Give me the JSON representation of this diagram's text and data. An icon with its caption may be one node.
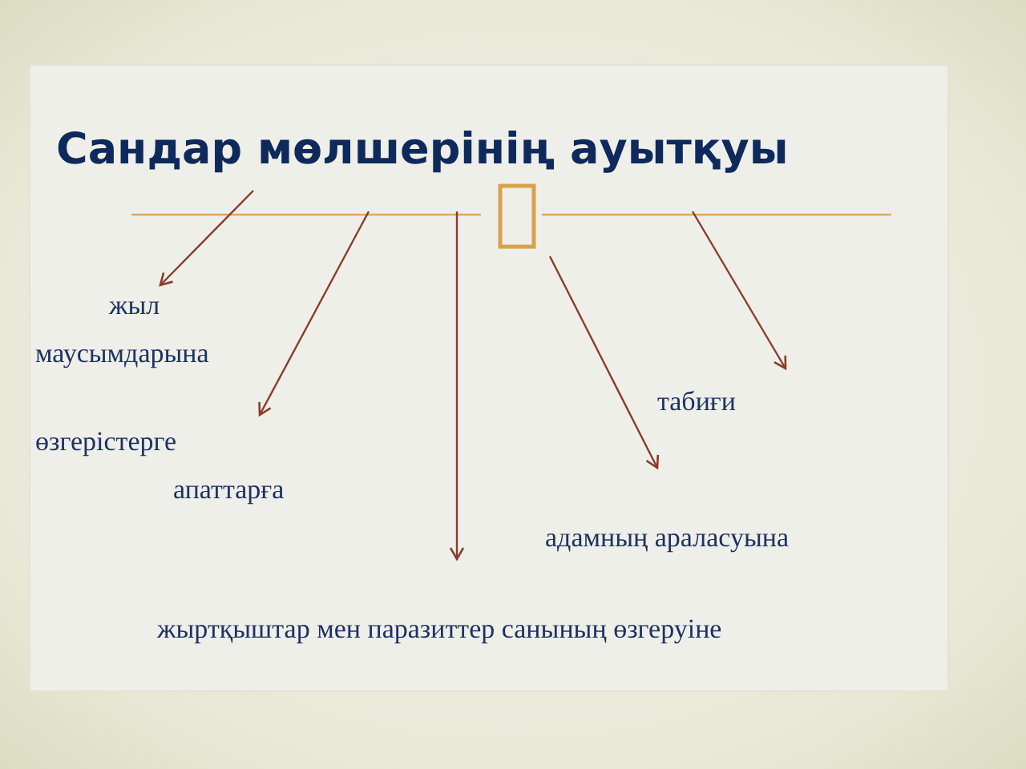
{
  "diagram": {
    "title": "Сандар мөлшерінің ауытқуы",
    "nodes": [
      {
        "text": [
          "жыл"
        ]
      },
      {
        "text": [
          "маусымдарына"
        ]
      },
      {
        "text": [
          "табиғи"
        ]
      },
      {
        "text": [
          "өзгерістерге"
        ]
      },
      {
        "text": [
          "апаттарға"
        ]
      },
      {
        "text": [
          "адамның араласуына"
        ]
      },
      {
        "text": [
          "жыртқыштар мен паразиттер санының өзгеруіне"
        ]
      }
    ],
    "edges": [
      {
        "from": null,
        "to": 0,
        "arrow": "to"
      },
      {
        "from": null,
        "to": 3,
        "arrow": "to"
      },
      {
        "from": null,
        "to": 6,
        "arrow": "to"
      },
      {
        "from": null,
        "to": 5,
        "arrow": "to"
      },
      {
        "from": null,
        "to": 2,
        "arrow": "to"
      }
    ]
  }
}
